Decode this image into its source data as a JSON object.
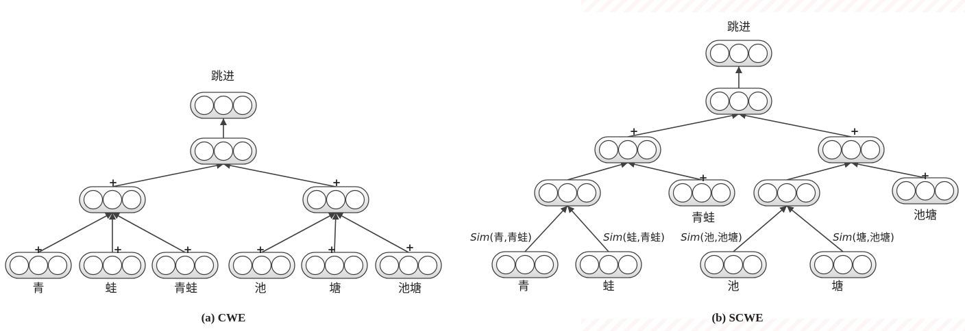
{
  "panel_a": {
    "caption": "(a) CWE",
    "labels": [
      "青",
      "蛙",
      "青蛙",
      "池",
      "塘",
      "池塘"
    ],
    "output_label": "跳进",
    "plus": "+"
  },
  "panel_b": {
    "caption": "(b) SCWE",
    "labels": [
      "青",
      "蛙",
      "青蛙",
      "池",
      "塘",
      "池塘"
    ],
    "output_label": "跳进",
    "plus": "+",
    "sim_keyword": "Sim",
    "sim_edges": [
      "(青,青蛙)",
      "(蛙,青蛙)",
      "(池,池塘)",
      "(塘,池塘)"
    ]
  },
  "colors": {
    "node_fill_top": "#ffffff",
    "node_fill_bottom": "#d9d9d9",
    "stroke": "#404040",
    "text": "#222222"
  }
}
